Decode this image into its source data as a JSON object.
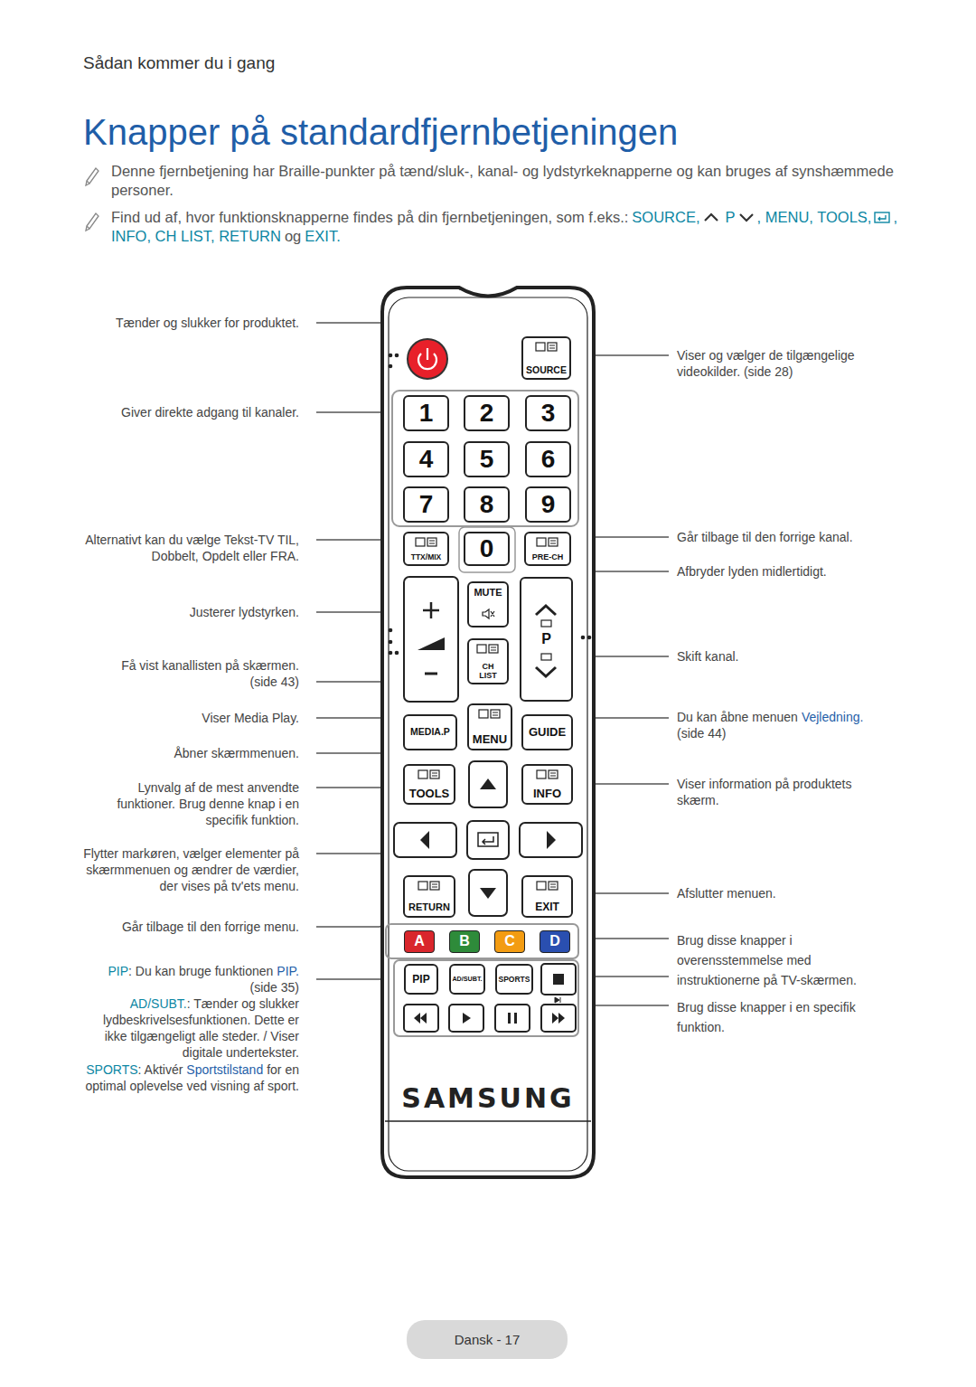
{
  "diagram": {
    "title": "Knapper på standardfjernbetjeningen",
    "nodes": [
      {
        "text": [
          "SAMSUNG"
        ]
      },
      {
        "text": [
          "SOURCE"
        ],
        "in": 0
      },
      {
        "text": [
          "1"
        ],
        "in": 0
      },
      {
        "text": [
          "2"
        ],
        "in": 0
      },
      {
        "text": [
          "3"
        ],
        "in": 0
      },
      {
        "text": [
          "4"
        ],
        "in": 0
      },
      {
        "text": [
          "5"
        ],
        "in": 0
      },
      {
        "text": [
          "6"
        ],
        "in": 0
      },
      {
        "text": [
          "7"
        ],
        "in": 0
      },
      {
        "text": [
          "8"
        ],
        "in": 0
      },
      {
        "text": [
          "9"
        ],
        "in": 0
      },
      {
        "text": [
          "TTX/MIX"
        ],
        "in": 0
      },
      {
        "text": [
          "0"
        ],
        "in": 0
      },
      {
        "text": [
          "PRE-CH"
        ],
        "in": 0
      },
      {
        "text": [
          "MUTE"
        ],
        "in": 0
      },
      {
        "text": [
          "P"
        ],
        "in": 0
      },
      {
        "text": [
          "CH LIST"
        ],
        "in": 0
      },
      {
        "text": [
          "MEDIA.P"
        ],
        "in": 0
      },
      {
        "text": [
          "MENU"
        ],
        "in": 0
      },
      {
        "text": [
          "GUIDE"
        ],
        "in": 0
      },
      {
        "text": [
          "TOOLS"
        ],
        "in": 0
      },
      {
        "text": [
          "INFO"
        ],
        "in": 0
      },
      {
        "text": [
          "RETURN"
        ],
        "in": 0
      },
      {
        "text": [
          "EXIT"
        ],
        "in": 0
      },
      {
        "text": [
          "A"
        ],
        "in": 0
      },
      {
        "text": [
          "B"
        ],
        "in": 0
      },
      {
        "text": [
          "C"
        ],
        "in": 0
      },
      {
        "text": [
          "D"
        ],
        "in": 0
      },
      {
        "text": [
          "PIP"
        ],
        "in": 0
      },
      {
        "text": [
          "AD/SUBT."
        ],
        "in": 0
      },
      {
        "text": [
          "SPORTS"
        ],
        "in": 0
      },
      {
        "text": [
          "Dansk - 17"
        ]
      }
    ],
    "labels": [
      "Sådan kommer du i gang",
      "Knapper på standardfjernbetjeningen",
      "Denne fjernbetjening har Braille-punkter på tænd/sluk-, kanal- og lydstyrkeknapperne og kan bruges af synshæmmede personer.",
      "Find ud af, hvor funktionsknapperne findes på din fjernbetjeningen, som f.eks.:",
      "SOURCE,",
      "P",
      ", MENU, TOOLS,",
      ", INFO, CH LIST, RETURN",
      "og",
      "EXIT.",
      "Tænder og slukker for produktet.",
      "Giver direkte adgang til kanaler.",
      "Alternativt kan du vælge Tekst-TV TIL, Dobbelt, Opdelt eller FRA.",
      "Justerer lydstyrken.",
      "Få vist kanallisten på skærmen. (side 43)",
      "Viser Media Play.",
      "Åbner skærmmenuen.",
      "Lynvalg af de mest anvendte funktioner. Brug denne knap i en specifik funktion.",
      "Flytter markøren, vælger elementer på skærmmenuen og ændrer de værdier, der vises på tv'ets menu.",
      "Går tilbage til den forrige menu.",
      "PIP",
      ": Du kan bruge funktionen",
      "PIP.",
      "(side 35)",
      "AD/SUBT.",
      ": Tænder og slukker lydbeskrivelsesfunktionen. Dette er ikke tilgængeligt alle steder. / Viser digitale undertekster.",
      "SPORTS",
      ": Aktivér",
      "Sportstilstand",
      "for en optimal oplevelse ved visning af sport.",
      "Viser og vælger de tilgængelige videokilder. (side 28)",
      "Går tilbage til den forrige kanal.",
      "Afbryder lyden midlertidigt.",
      "Skift kanal.",
      "Du kan åbne menuen",
      "Vejledning.",
      "(side 44)",
      "Viser information på produktets skærm.",
      "Afslutter menuen.",
      "Brug disse knapper i overensstemmelse med instruktionerne på TV-skærmen.",
      "Brug disse knapper i en specifik funktion."
    ]
  }
}
